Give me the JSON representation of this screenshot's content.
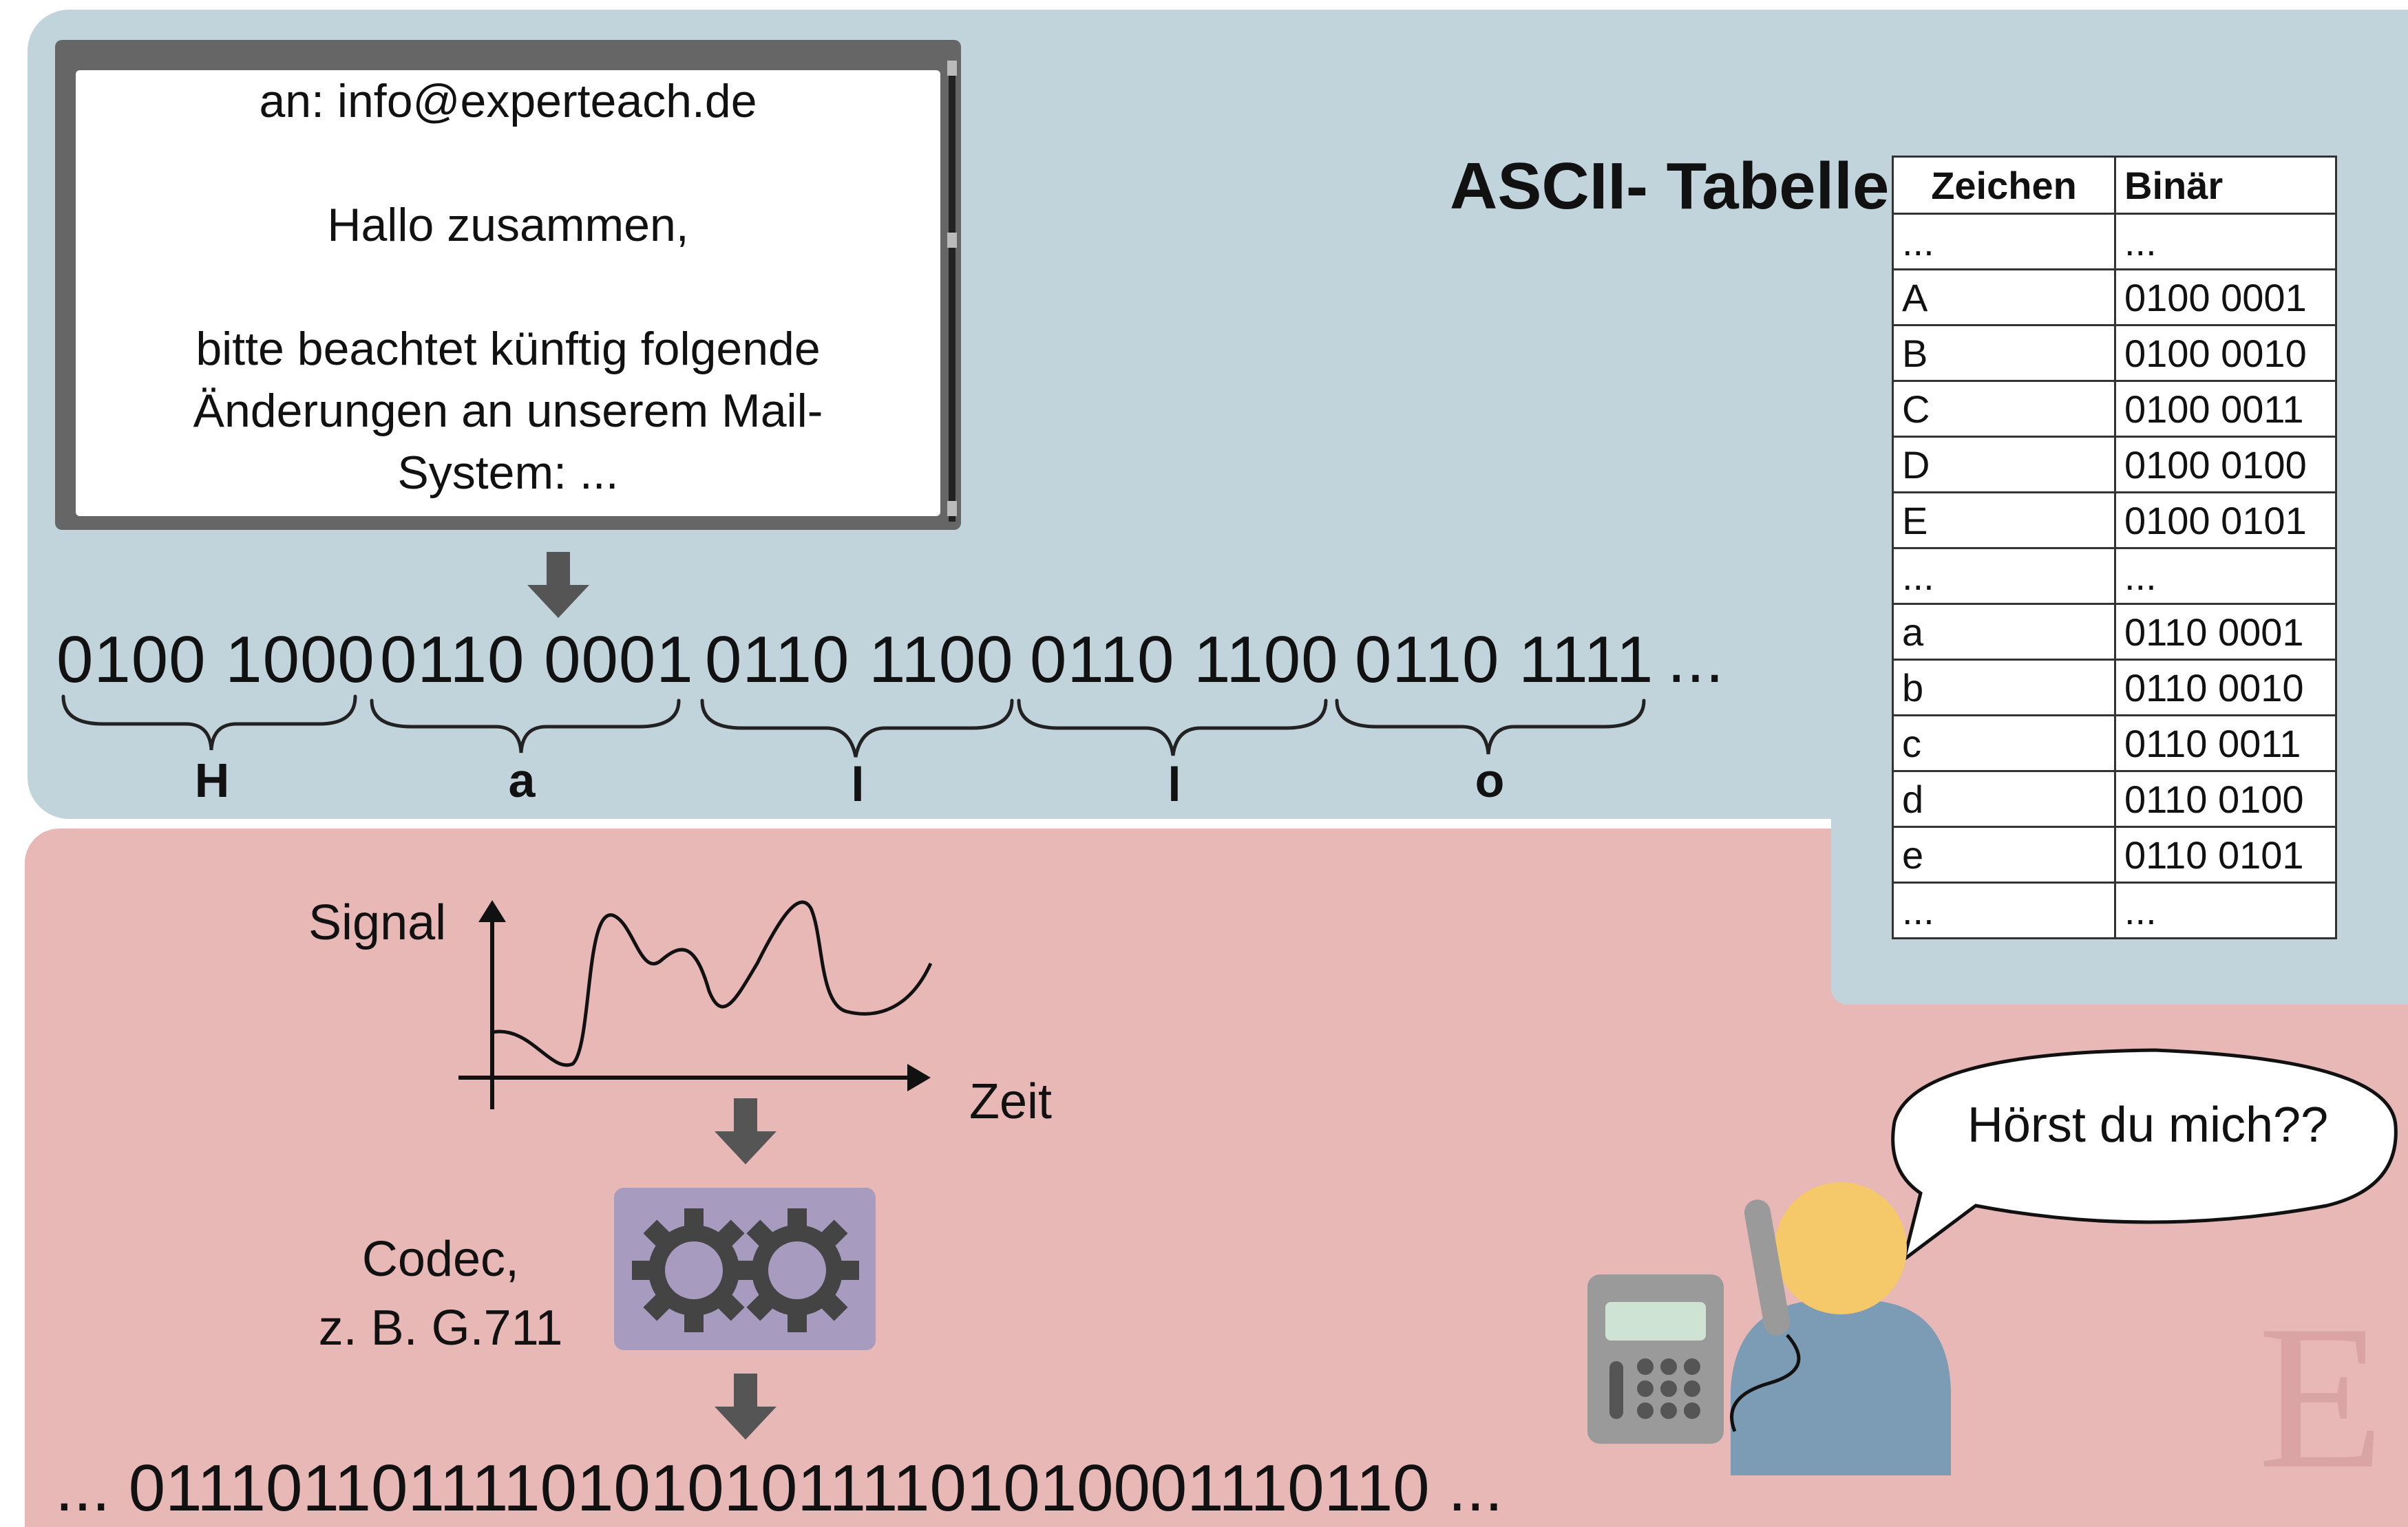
{
  "mail": {
    "to": "an: info@experteach.de",
    "greeting": "Hallo zusammen,",
    "body_line1": "bitte beachtet künftig folgende",
    "body_line2": "Änderungen an unserem Mail-",
    "body_line3": "System: ..."
  },
  "encoding": {
    "bytes": [
      "0100 1000",
      "0110 0001",
      "0110 1100",
      "0110 1100",
      "0110 1111"
    ],
    "trailing": "...",
    "chars": [
      "H",
      "a",
      "l",
      "l",
      "o"
    ]
  },
  "ascii": {
    "title": "ASCII- Tabelle",
    "headers": [
      "Zeichen",
      "Binär"
    ],
    "rows": [
      [
        "...",
        "..."
      ],
      [
        "A",
        "0100 0001"
      ],
      [
        "B",
        "0100 0010"
      ],
      [
        "C",
        "0100 0011"
      ],
      [
        "D",
        "0100 0100"
      ],
      [
        "E",
        "0100 0101"
      ],
      [
        "...",
        "..."
      ],
      [
        "a",
        "0110 0001"
      ],
      [
        "b",
        "0110 0010"
      ],
      [
        "c",
        "0110 0011"
      ],
      [
        "d",
        "0110 0100"
      ],
      [
        "e",
        "0110 0101"
      ],
      [
        "...",
        "..."
      ]
    ]
  },
  "voice": {
    "signal_label": "Signal",
    "time_label": "Zeit",
    "codec_line1": "Codec,",
    "codec_line2": "z. B. G.711",
    "bitstream": "... 0111011011110101010111101010001110110 ...",
    "speech": "Hörst du mich??"
  },
  "colors": {
    "data_panel": "#c2d4db",
    "voice_panel": "#e8b8b7",
    "codec_box": "#a79bbf",
    "person_head": "#f5c86a",
    "person_body": "#7b9cb4"
  },
  "icons": [
    "gear-icon",
    "phone-icon",
    "person-icon",
    "arrow-down-icon"
  ],
  "watermark": "E"
}
